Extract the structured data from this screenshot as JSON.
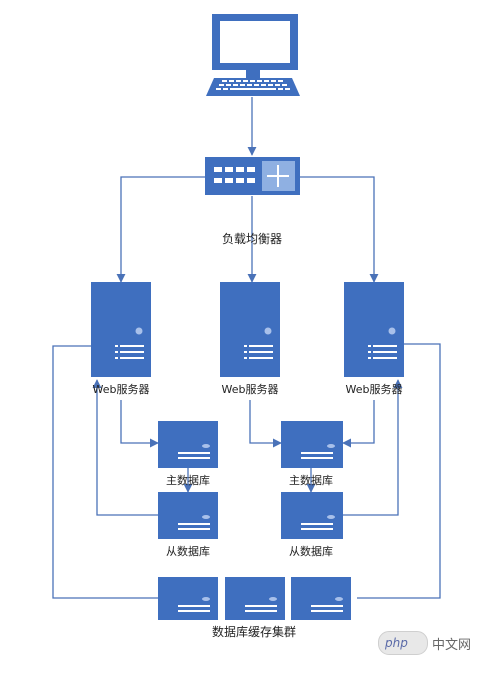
{
  "labels": {
    "load_balancer": "负载均衡器",
    "web_server_left": "Web服务器",
    "web_server_center": "Web服务器",
    "web_server_right": "Web服务器",
    "master_db_left": "主数据库",
    "master_db_right": "主数据库",
    "slave_db_left": "从数据库",
    "slave_db_right": "从数据库",
    "cache_cluster": "数据库缓存集群"
  },
  "watermark": {
    "logo": "php",
    "site": "中文网"
  },
  "colors": {
    "node_fill": "#3f6fbf",
    "connector": "#4a72b8"
  }
}
